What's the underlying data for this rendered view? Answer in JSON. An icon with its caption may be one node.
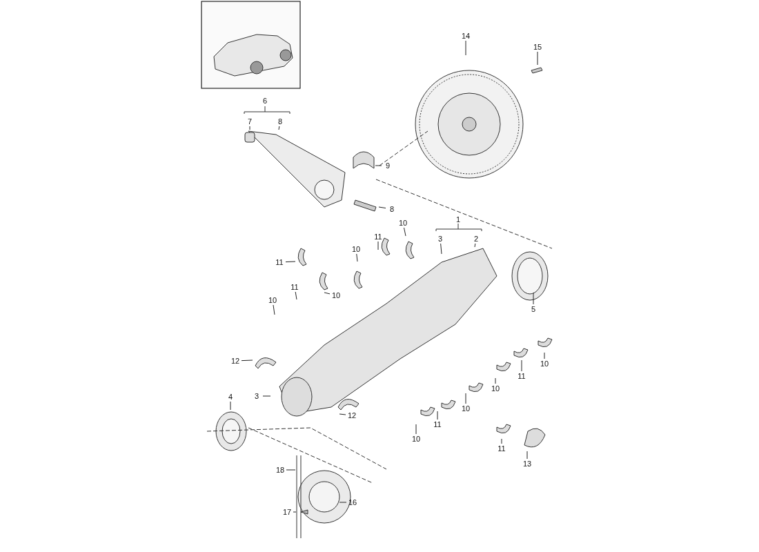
{
  "diagram": {
    "nodes": [
      {
        "text": [
          "14"
        ]
      },
      {
        "text": [
          "15"
        ]
      },
      {
        "text": [
          "7"
        ]
      },
      {
        "text": [
          "8"
        ]
      },
      {
        "text": [
          "9"
        ]
      },
      {
        "text": [
          "8"
        ]
      },
      {
        "text": [
          "10"
        ]
      },
      {
        "text": [
          "3"
        ]
      },
      {
        "text": [
          "2"
        ]
      },
      {
        "text": [
          "11"
        ]
      },
      {
        "text": [
          "10"
        ]
      },
      {
        "text": [
          "11"
        ]
      },
      {
        "text": [
          "11"
        ]
      },
      {
        "text": [
          "10"
        ]
      },
      {
        "text": [
          "10"
        ]
      },
      {
        "text": [
          "5"
        ]
      },
      {
        "text": [
          "12"
        ]
      },
      {
        "text": [
          "10"
        ]
      },
      {
        "text": [
          "11"
        ]
      },
      {
        "text": [
          "10"
        ]
      },
      {
        "text": [
          "3"
        ]
      },
      {
        "text": [
          "4"
        ]
      },
      {
        "text": [
          "10"
        ]
      },
      {
        "text": [
          "12"
        ]
      },
      {
        "text": [
          "11"
        ]
      },
      {
        "text": [
          "10"
        ]
      },
      {
        "text": [
          "11"
        ]
      },
      {
        "text": [
          "13"
        ]
      },
      {
        "text": [
          "18"
        ]
      },
      {
        "text": [
          "16"
        ]
      },
      {
        "text": [
          "17"
        ]
      }
    ],
    "edges": [
      {
        "from": 0,
        "to": null,
        "arrow": "none"
      },
      {
        "from": 1,
        "to": null,
        "arrow": "none"
      },
      {
        "from": 2,
        "to": null,
        "arrow": "none"
      },
      {
        "from": 3,
        "to": null,
        "arrow": "none"
      },
      {
        "from": 4,
        "to": null,
        "arrow": "none"
      },
      {
        "from": 5,
        "to": null,
        "arrow": "none"
      },
      {
        "from": 6,
        "to": null,
        "arrow": "none"
      },
      {
        "from": 7,
        "to": null,
        "arrow": "none"
      },
      {
        "from": 8,
        "to": null,
        "arrow": "none"
      },
      {
        "from": 9,
        "to": null,
        "arrow": "none"
      },
      {
        "from": 10,
        "to": null,
        "arrow": "none"
      },
      {
        "from": 11,
        "to": null,
        "arrow": "none"
      },
      {
        "from": 12,
        "to": null,
        "arrow": "none"
      },
      {
        "from": 13,
        "to": null,
        "arrow": "none"
      },
      {
        "from": 14,
        "to": null,
        "arrow": "none"
      },
      {
        "from": 15,
        "to": null,
        "arrow": "none"
      },
      {
        "from": 16,
        "to": null,
        "arrow": "none"
      },
      {
        "from": 17,
        "to": null,
        "arrow": "none"
      },
      {
        "from": 18,
        "to": null,
        "arrow": "none"
      },
      {
        "from": 19,
        "to": null,
        "arrow": "none"
      },
      {
        "from": 20,
        "to": null,
        "arrow": "none"
      },
      {
        "from": 21,
        "to": null,
        "arrow": "none"
      },
      {
        "from": 22,
        "to": null,
        "arrow": "none"
      },
      {
        "from": 23,
        "to": null,
        "arrow": "none"
      },
      {
        "from": 24,
        "to": null,
        "arrow": "none"
      },
      {
        "from": 25,
        "to": null,
        "arrow": "none"
      },
      {
        "from": 26,
        "to": null,
        "arrow": "none"
      },
      {
        "from": 27,
        "to": null,
        "arrow": "none"
      },
      {
        "from": 28,
        "to": null,
        "arrow": "none"
      },
      {
        "from": 29,
        "to": null,
        "arrow": "none"
      },
      {
        "from": 30,
        "to": null,
        "arrow": "none"
      }
    ],
    "labels": [
      "6",
      "1"
    ]
  }
}
